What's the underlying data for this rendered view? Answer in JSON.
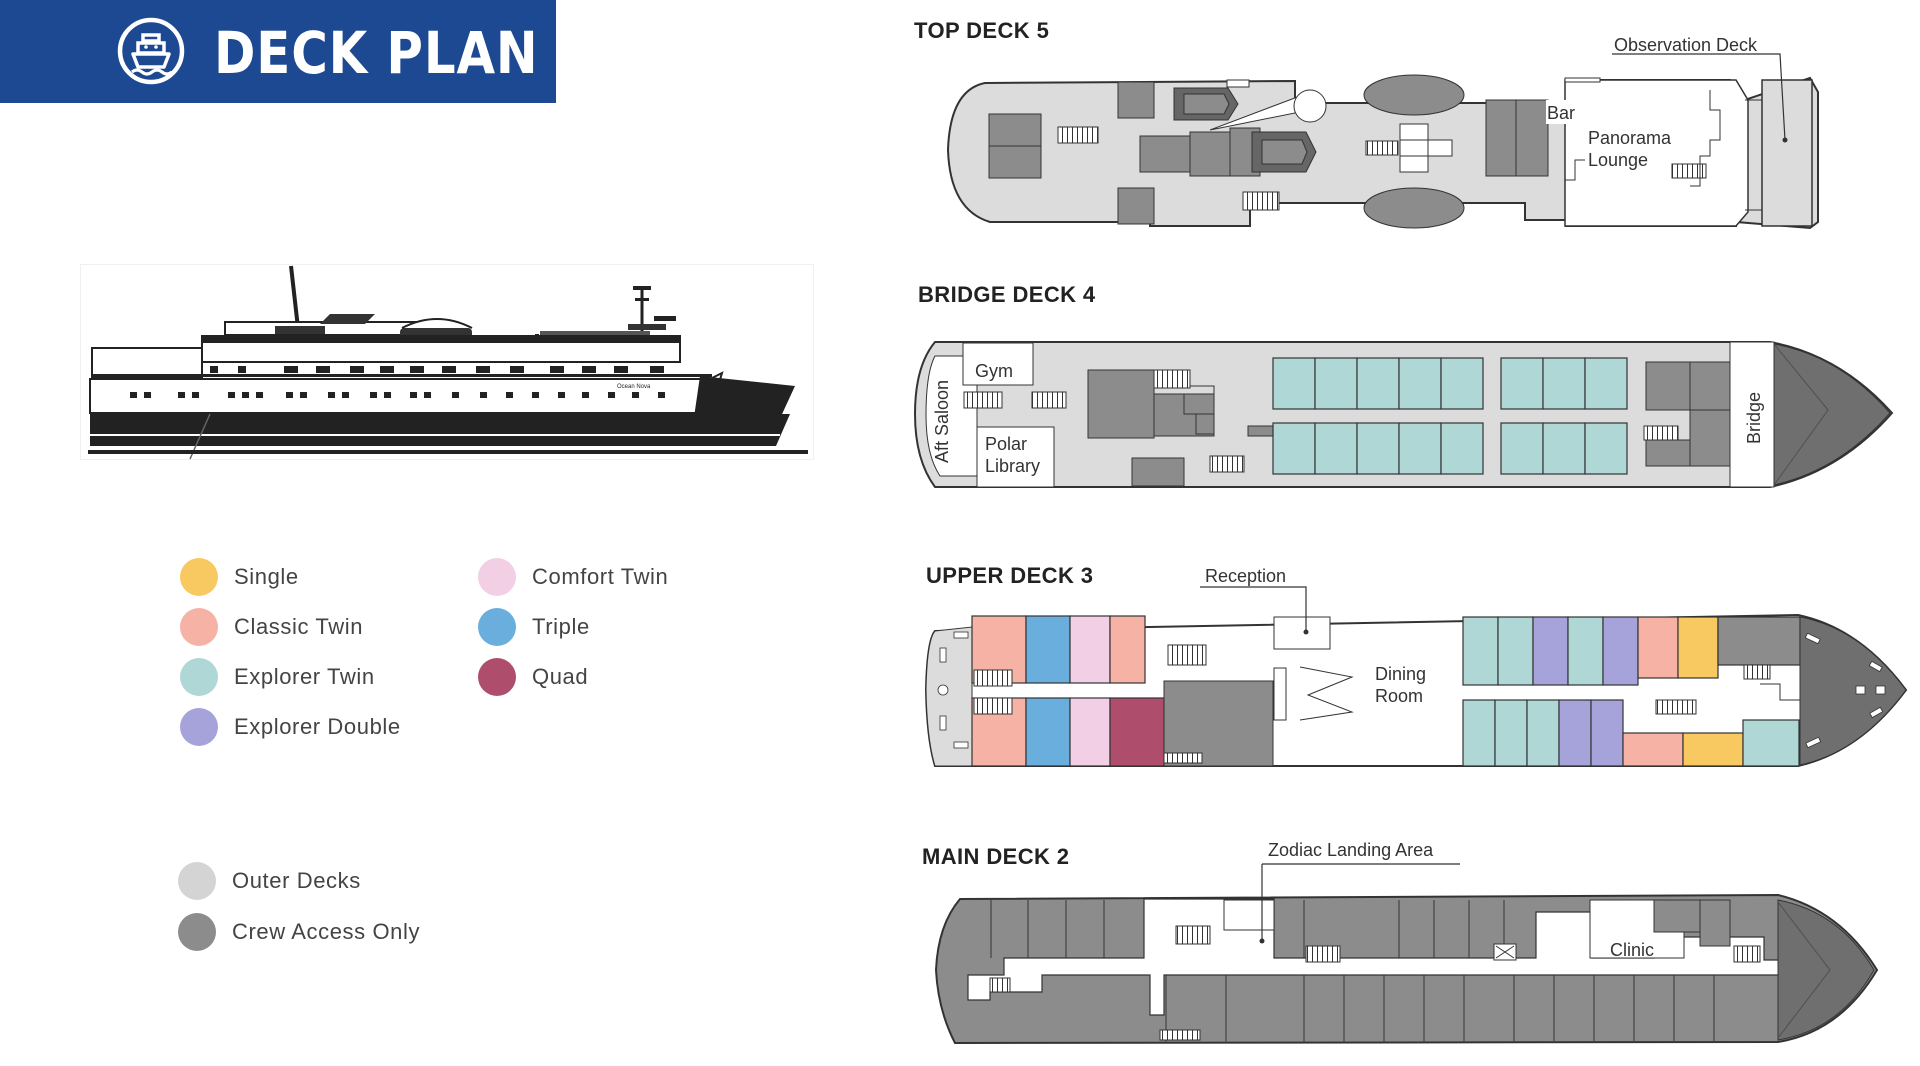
{
  "title": "DECK PLAN",
  "colors": {
    "header": "#1c4992",
    "outer_deck": "#dcdcdc",
    "crew": "#8c8c8c",
    "floor": "#ffffff",
    "hull_dark": "#6f6f6f"
  },
  "icons": {
    "header": "ship-icon"
  },
  "legend": {
    "cabins": [
      {
        "label": "Single",
        "color": "#f9c961"
      },
      {
        "label": "Classic Twin",
        "color": "#f5b2a5"
      },
      {
        "label": "Explorer Twin",
        "color": "#afd7d5"
      },
      {
        "label": "Explorer Double",
        "color": "#a6a2da"
      },
      {
        "label": "Comfort Twin",
        "color": "#f2cfe4"
      },
      {
        "label": "Triple",
        "color": "#6aaede"
      },
      {
        "label": "Quad",
        "color": "#ae4e6c"
      }
    ],
    "areas": [
      {
        "label": "Outer Decks",
        "color": "#d4d4d4"
      },
      {
        "label": "Crew Access Only",
        "color": "#8c8c8c"
      }
    ]
  },
  "ship_side": {
    "hull_name": "Ocean Nova"
  },
  "decks": {
    "top": {
      "title": "TOP DECK 5",
      "labels": {
        "observation": "Observation Deck",
        "bar": "Bar",
        "panorama_1": "Panorama",
        "panorama_2": "Lounge"
      }
    },
    "bridge": {
      "title": "BRIDGE DECK 4",
      "labels": {
        "gym": "Gym",
        "aft_saloon": "Aft Saloon",
        "polar_1": "Polar",
        "polar_2": "Library",
        "bridge": "Bridge"
      }
    },
    "upper": {
      "title": "UPPER DECK 3",
      "labels": {
        "reception": "Reception",
        "dining_1": "Dining",
        "dining_2": "Room"
      }
    },
    "main": {
      "title": "MAIN DECK 2",
      "labels": {
        "zodiac": "Zodiac Landing Area",
        "clinic": "Clinic"
      }
    }
  }
}
